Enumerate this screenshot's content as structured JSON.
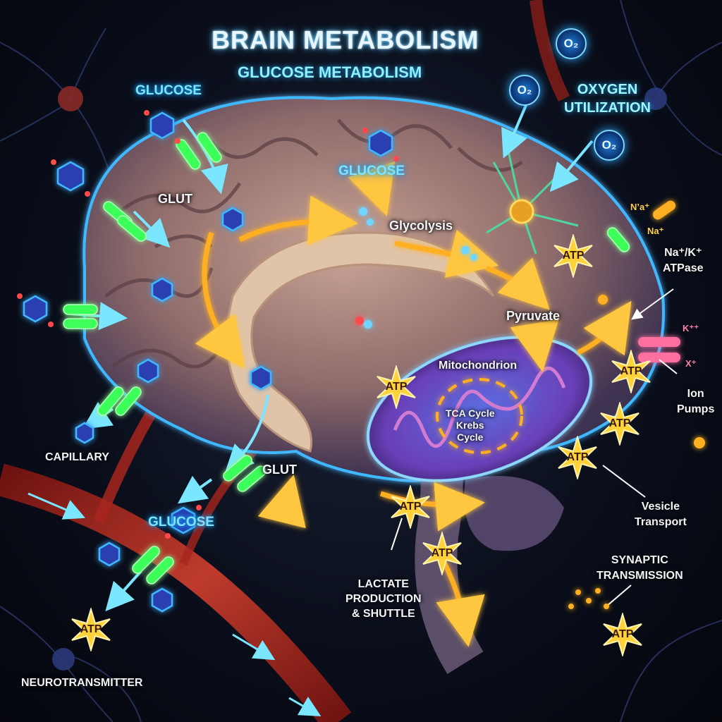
{
  "title": "BRAIN METABOLISM",
  "subtitle": "GLUCOSE METABOLISM",
  "oxygen": {
    "line1": "OXYGEN",
    "line2": "UTILIZATION",
    "bubble": "O₂"
  },
  "labels": {
    "glucose_top_left": "GLUCOSE",
    "glucose_center": "GLUCOSE",
    "glucose_bottom": "GLUCOSE",
    "glut_upper": "GLUT",
    "glut_lower": "GLUT",
    "capillary": "CAPILLARY",
    "neurotransmitter": "NEUROTRANSMITTER",
    "glycolysis": "Glycolysis",
    "pyruvate": "Pyruvate",
    "mitochondrion": "Mitochondrion",
    "tca_line1": "TCA Cycle",
    "tca_line2": "Krebs",
    "tca_line3": "Cycle",
    "atpase_line1": "Na⁺/K⁺",
    "atpase_line2": "ATPase",
    "ion_line1": "Ion",
    "ion_line2": "Pumps",
    "vesicle_line1": "Vesicle",
    "vesicle_line2": "Transport",
    "synaptic_line1": "SYNAPTIC",
    "synaptic_line2": "TRANSMISSION",
    "lactate_line1": "LACTATE",
    "lactate_line2": "PRODUCTION",
    "lactate_line3": "& SHUTTLE",
    "na_top": "N’a⁺",
    "na_mid": "Na⁺",
    "k_ion": "K⁺⁺",
    "x_ion": "X⁺",
    "atp": "ATP"
  },
  "colors": {
    "glucose_glow": "#19b8ff",
    "atp_star": "#ffd23a",
    "capillary": "#c8322a",
    "flow_arrow": "#ffb020",
    "glut": "#3cff5a",
    "mitochondrion": "#7a4fd0"
  }
}
